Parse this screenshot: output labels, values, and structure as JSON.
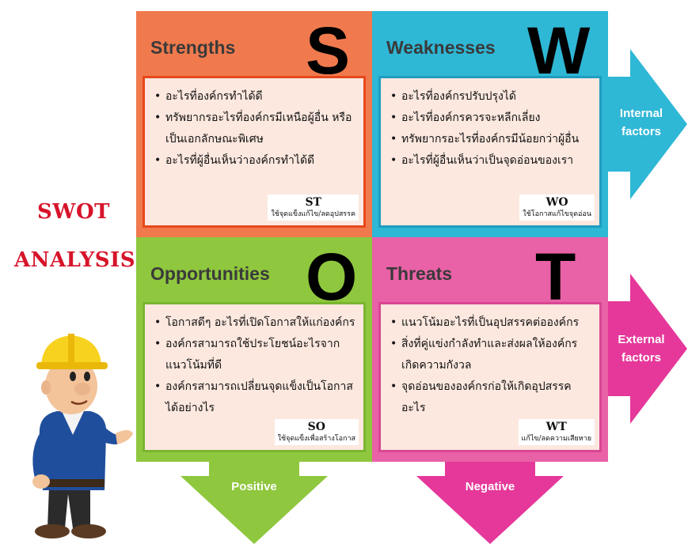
{
  "title": {
    "line1": "SWOT",
    "line2": "ANALYSIS"
  },
  "quadrants": {
    "strengths": {
      "title": "Strengths",
      "letter": "S",
      "items": [
        "อะไรที่องค์กรทำได้ดี",
        "ทรัพยากรอะไรที่องค์กรมีเหนือผู้อื่น หรือเป็นเอกลักษณะพิเศษ",
        "อะไรที่ผู้อื่นเห็นว่าองค์กรทำได้ดี"
      ],
      "tag_code": "ST",
      "tag_text": "ใช้จุดแข็งแก้ไข/ลดอุปสรรค"
    },
    "weaknesses": {
      "title": "Weaknesses",
      "letter": "W",
      "items": [
        "อะไรที่องค์กรปรับปรุงได้",
        "อะไรที่องค์กรควรจะหลีกเลี่ยง",
        "ทรัพยากรอะไรที่องค์กรมีน้อยกว่าผู้อื่น",
        "อะไรที่ผู้อื่นเห็นว่าเป็นจุดอ่อนของเรา"
      ],
      "tag_code": "WO",
      "tag_text": "ใช้โอกาสแก้ไขจุดอ่อน"
    },
    "opportunities": {
      "title": "Opportunities",
      "letter": "O",
      "items": [
        "โอกาสดีๆ อะไรที่เปิดโอกาสให้แก่องค์กร",
        "องค์กรสามารถใช้ประโยชน์อะไรจากแนวโน้มที่ดี",
        "องค์กรสามารถเปลี่ยนจุดแข็งเป็นโอกาสได้อย่างไร"
      ],
      "tag_code": "SO",
      "tag_text": "ใช้จุดแข็งเพื่อสร้างโอกาส"
    },
    "threats": {
      "title": "Threats",
      "letter": "T",
      "items": [
        "แนวโน้มอะไรที่เป็นอุปสรรคต่อองค์กร",
        "สิ่งที่คู่แข่งกำลังทำและส่งผลให้องค์กรเกิดความกังวล",
        "จุดอ่อนขององค์กรก่อให้เกิดอุปสรรคอะไร"
      ],
      "tag_code": "WT",
      "tag_text": "แก้ไข/ลดความเสียหาย"
    }
  },
  "arrows": {
    "internal": {
      "line1": "Internal",
      "line2": "factors",
      "color": "#2fb7d6"
    },
    "external": {
      "line1": "External",
      "line2": "factors",
      "color": "#e5389a"
    },
    "positive": {
      "label": "Positive",
      "color": "#8fc73e"
    },
    "negative": {
      "label": "Negative",
      "color": "#e5389a"
    }
  },
  "colors": {
    "strengths": "#f07a4d",
    "weaknesses": "#2fb7d6",
    "opportunities": "#8fc73e",
    "threats": "#e961a6",
    "title_red": "#d7142a"
  },
  "illustration": "construction-worker-with-hard-hat"
}
